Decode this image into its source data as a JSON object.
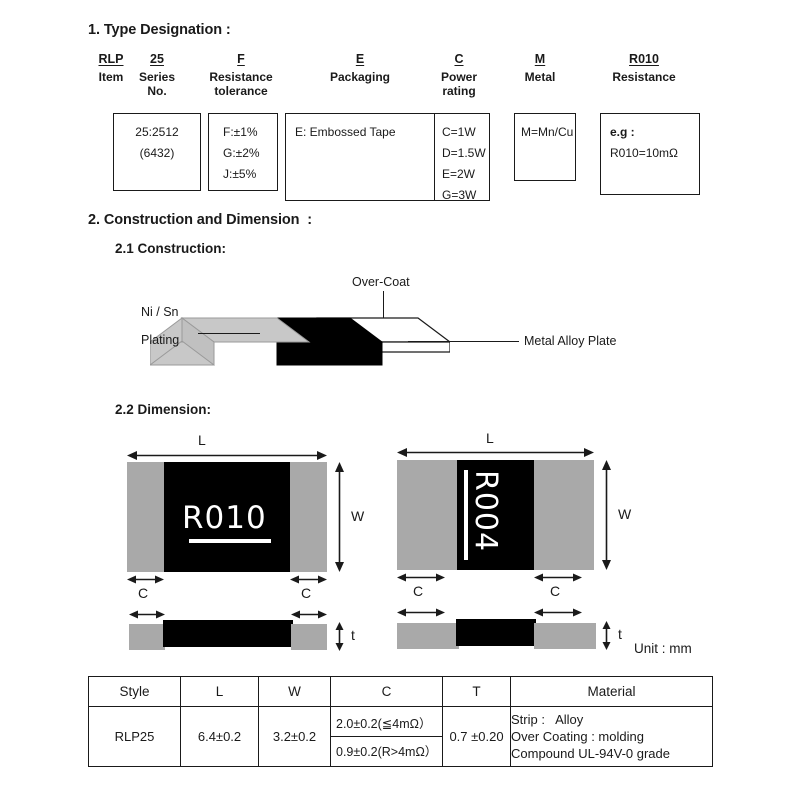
{
  "sections": {
    "type_designation": {
      "heading": "1. Type Designation :",
      "columns": [
        {
          "code": "RLP",
          "desc_line1": "Item",
          "desc_line2": ""
        },
        {
          "code": "25",
          "desc_line1": "Series",
          "desc_line2": "No."
        },
        {
          "code": "F",
          "desc_line1": "Resistance",
          "desc_line2": "tolerance"
        },
        {
          "code": "E",
          "desc_line1": "Packaging",
          "desc_line2": ""
        },
        {
          "code": "C",
          "desc_line1": "Power",
          "desc_line2": "rating"
        },
        {
          "code": "M",
          "desc_line1": "Metal",
          "desc_line2": ""
        },
        {
          "code": "R010",
          "desc_line1": "Resistance",
          "desc_line2": ""
        }
      ],
      "boxes": [
        {
          "name": "series-box",
          "lines": [
            "25:2512",
            "(6432)"
          ]
        },
        {
          "name": "tolerance-box",
          "lines": [
            "F:±1%",
            "G:±2%",
            "J:±5%"
          ]
        },
        {
          "name": "packaging-box",
          "lines": [
            "E: Embossed Tape"
          ]
        },
        {
          "name": "power-box",
          "lines": [
            "C=1W",
            "D=1.5W",
            "E=2W",
            "G=3W"
          ]
        },
        {
          "name": "metal-box",
          "lines": [
            "M=Mn/Cu"
          ]
        },
        {
          "name": "resistance-box",
          "lines": [
            "e.g :",
            "R010=10mΩ"
          ]
        }
      ]
    },
    "construction": {
      "heading": "2. Construction and Dimension  :",
      "sub_heading": "2.1 Construction:",
      "labels": {
        "over_coat": "Over-Coat",
        "plating_line1": "Ni / Sn",
        "plating_line2": "Plating",
        "metal_alloy": "Metal Alloy Plate"
      }
    },
    "dimension": {
      "sub_heading": "2.2 Dimension:",
      "unit_note": "Unit : mm",
      "left_chip": {
        "marking": "R010",
        "len_label": "L",
        "width_label": "W",
        "term_label_left": "C",
        "term_label_right": "C",
        "thickness_label": "t"
      },
      "right_chip": {
        "marking": "R004",
        "len_label": "L",
        "width_label": "W",
        "term_label_left": "C",
        "term_label_right": "C",
        "thickness_label": "t"
      }
    }
  },
  "spec_table": {
    "headers": [
      "Style",
      "L",
      "W",
      "C",
      "T",
      "Material"
    ],
    "row": {
      "style": "RLP25",
      "l": "6.4±0.2",
      "w": "3.2±0.2",
      "c_upper": "2.0±0.2(≦4mΩ）",
      "c_lower": "0.9±0.2(R>4mΩ）",
      "t": "0.7 ±0.20",
      "material_lines": [
        "Strip :   Alloy",
        "Over Coating : molding",
        "Compound UL-94V-0 grade"
      ]
    }
  },
  "colors": {
    "terminal_gray": "#a9a9a9",
    "overcoat_black": "#000000",
    "ink": "#1a1a1a",
    "paper": "#ffffff"
  }
}
